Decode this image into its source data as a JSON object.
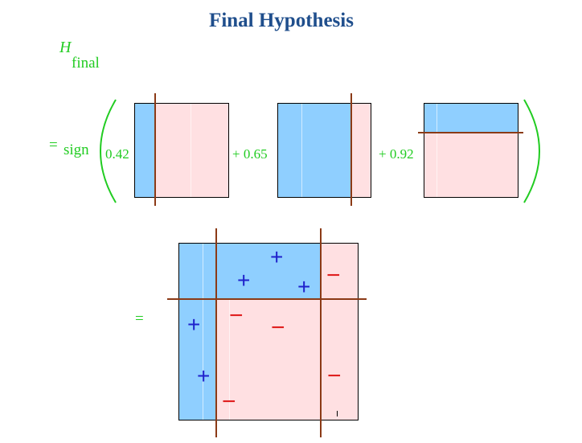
{
  "title": "Final Hypothesis",
  "hypothesis_symbol": "H",
  "hypothesis_subscript": "final",
  "equals": "=",
  "sign_label": "sign",
  "coefficients": [
    "0.42",
    "+ 0.65",
    "+ 0.92"
  ],
  "combined_equals": "=",
  "colors": {
    "title": "#1f4e8c",
    "label_green": "#22cc22",
    "positive_region": "#8fcfff",
    "negative_region": "#ffe0e2",
    "stump_line": "#8b3a16",
    "plus_mark": "#1f22cc",
    "minus_mark": "#e02020"
  },
  "marks": {
    "plus": "+",
    "minus": "−"
  }
}
